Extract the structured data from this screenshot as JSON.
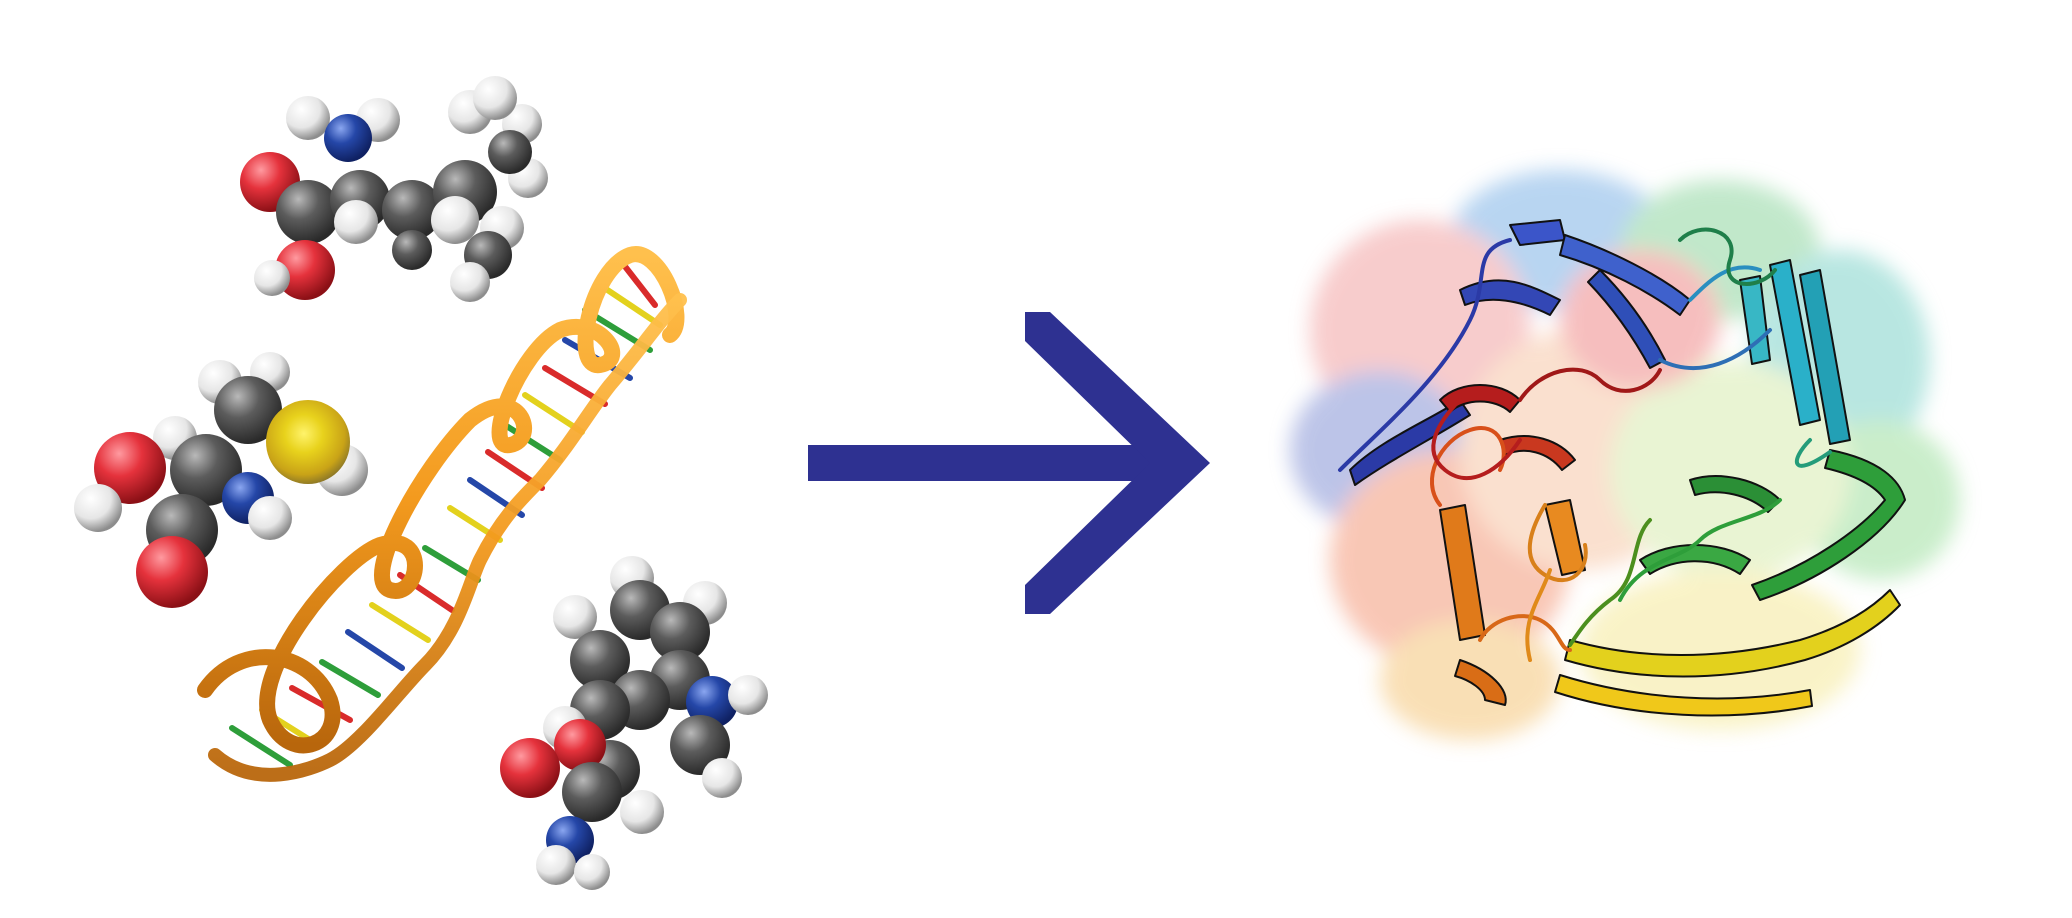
{
  "diagram": {
    "panels": [
      {
        "id": "building-blocks",
        "icon": "molecule-icon"
      },
      {
        "id": "arrow",
        "icon": "arrow-right-icon"
      },
      {
        "id": "folded-protein",
        "icon": "protein-icon"
      }
    ]
  },
  "colors": {
    "arrow": "#2e3191",
    "dna_backbone": "#f39a1e",
    "carbon": "#5a5a5a",
    "hydrogen": "#f2f2f2",
    "oxygen": "#e5323c",
    "nitrogen": "#2547a8",
    "sulfur": "#d7c72a",
    "ribbon_gradient": [
      "#2b3aa6",
      "#2aa3c7",
      "#2e9e3a",
      "#e3d11d",
      "#e07a1a",
      "#b51d1d"
    ]
  }
}
